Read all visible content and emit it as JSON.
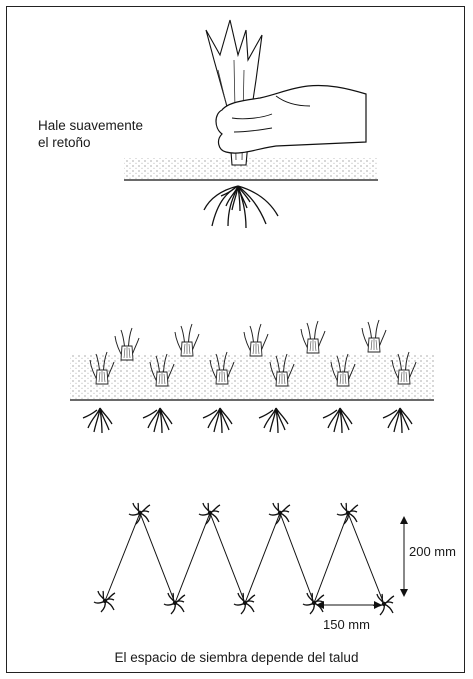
{
  "figure": {
    "step1_label_line1": "Hale suavemente",
    "step1_label_line2": "el retoño",
    "spacing_vertical": "200 mm",
    "spacing_horizontal": "150 mm",
    "caption": "El espacio de siembra depende del talud"
  }
}
